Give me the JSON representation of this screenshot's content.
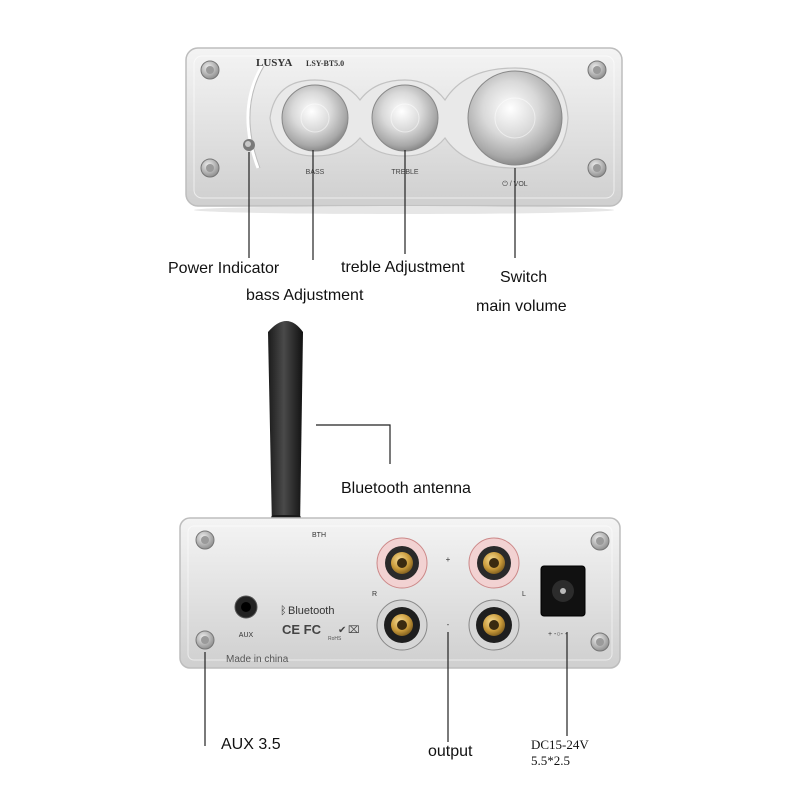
{
  "front_panel": {
    "brand": "LUSYA",
    "model": "LSY-BT5.0",
    "knob_bass_label": "BASS",
    "knob_treble_label": "TREBLE",
    "knob_vol_label": "⏻ / VOL"
  },
  "rear_panel": {
    "bth_label": "BTH",
    "bluetooth_label": "Bluetooth",
    "aux_label": "AUX",
    "made_in": "Made in china",
    "cert_marks": "CE  FC",
    "rohs": "RoHS",
    "right_channel": "R",
    "left_channel": "L",
    "plus": "+",
    "minus": "-",
    "dc_polarity": "+ -○- -"
  },
  "callouts": {
    "power_indicator": "Power Indicator",
    "bass_adjustment": "bass Adjustment",
    "treble_adjustment": "treble Adjustment",
    "switch": "Switch",
    "main_volume": "main volume",
    "bluetooth_antenna": "Bluetooth antenna",
    "aux": "AUX 3.5",
    "output": "output",
    "dc_voltage": "DC15-24V",
    "dc_size": "5.5*2.5"
  }
}
